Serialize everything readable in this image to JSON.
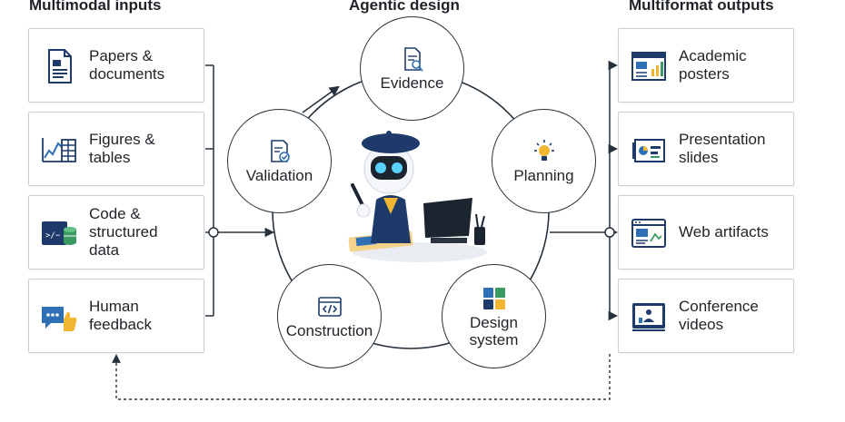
{
  "headings": {
    "inputs": "Multimodal inputs",
    "agentic": "Agentic design",
    "outputs": "Multiformat outputs"
  },
  "inputs": [
    {
      "label": "Papers &\ndocuments",
      "icon": "document-icon"
    },
    {
      "label": "Figures &\ntables",
      "icon": "chart-table-icon"
    },
    {
      "label": "Code &\nstructured\ndata",
      "icon": "code-database-icon"
    },
    {
      "label": "Human\nfeedback",
      "icon": "feedback-chat-icon"
    }
  ],
  "stages": [
    {
      "label": "Evidence",
      "icon": "evidence-document-icon"
    },
    {
      "label": "Planning",
      "icon": "lightbulb-icon"
    },
    {
      "label": "Design\nsystem",
      "icon": "palette-grid-icon"
    },
    {
      "label": "Construction",
      "icon": "code-brackets-icon"
    },
    {
      "label": "Validation",
      "icon": "checklist-icon"
    }
  ],
  "outputs": [
    {
      "label": "Academic\nposters",
      "icon": "poster-icon"
    },
    {
      "label": "Presentation\nslides",
      "icon": "slides-icon"
    },
    {
      "label": "Web artifacts",
      "icon": "web-browser-icon"
    },
    {
      "label": "Conference\nvideos",
      "icon": "video-screen-icon"
    }
  ],
  "colors": {
    "navy": "#1e3a6b",
    "blue": "#2f6fb5",
    "yellow": "#f2b632",
    "green": "#3b9a62",
    "line": "#27313b",
    "card_border": "#c9ced4"
  }
}
